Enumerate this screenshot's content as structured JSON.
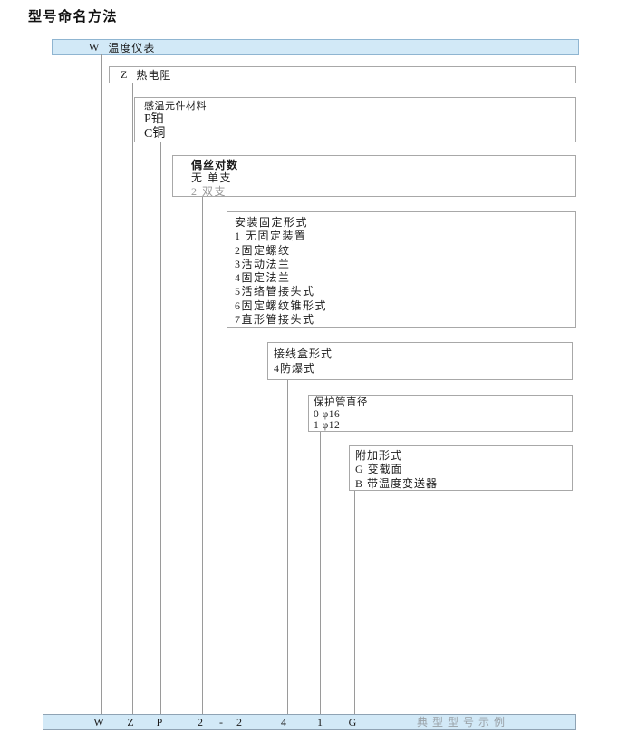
{
  "title": "型号命名方法",
  "boxes": [
    {
      "code": "W",
      "label": "温度仪表"
    },
    {
      "code": "Z",
      "label": "热电阻"
    },
    {
      "header": "感温元件材料",
      "items": [
        "P铂",
        "C铜"
      ]
    },
    {
      "header": "偶丝对数",
      "items": [
        "无 单支",
        "2 双支"
      ]
    },
    {
      "header": "安装固定形式",
      "items": [
        "1 无固定装置",
        "2固定螺纹",
        "3活动法兰",
        "4固定法兰",
        "5活络管接头式",
        "6固定螺纹锥形式",
        "7直形管接头式"
      ]
    },
    {
      "header": "接线盒形式",
      "items": [
        "4防爆式"
      ]
    },
    {
      "header": "保护管直径",
      "items": [
        "0 φ16",
        "1 φ12"
      ]
    },
    {
      "header": "附加形式",
      "items": [
        "G 变截面",
        "B 带温度变送器"
      ]
    }
  ],
  "model_row": {
    "codes": [
      "W",
      "Z",
      "P",
      "2",
      "-",
      "2",
      "4",
      "1",
      "G"
    ],
    "caption": "典型型号示例"
  },
  "colors": {
    "bar_fill": "#d2e9f7",
    "bar_border": "#8fb5d1",
    "box_border": "#a8a8a8",
    "connector_line": "#9a9a9a",
    "gray_text": "#979797"
  }
}
